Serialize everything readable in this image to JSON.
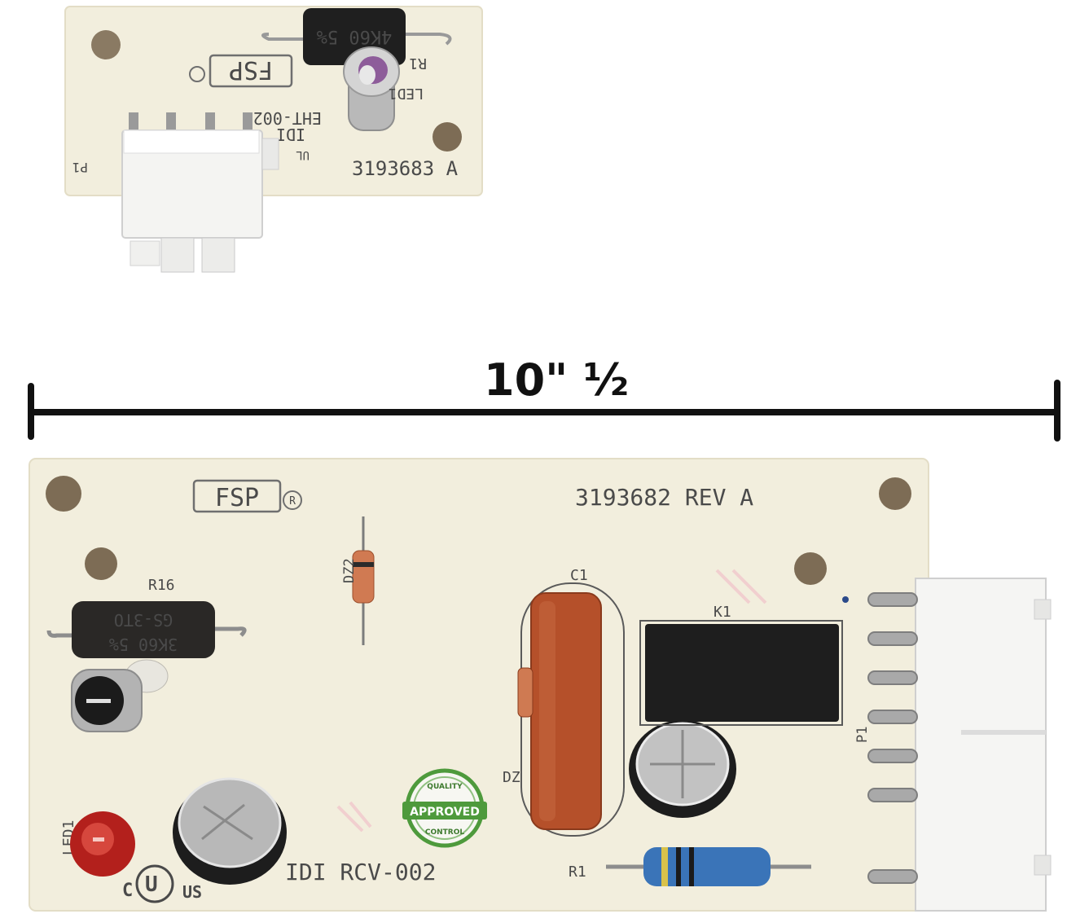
{
  "measurement": {
    "label": "10\" ½"
  },
  "small_board": {
    "part_number": "3193683 A",
    "brand": "FSP",
    "board_id": "EHT-002",
    "maker": "IDI",
    "resistor_label": "R1",
    "led_label": "LED1",
    "connector_label": "P1",
    "resistor_marking": "4K60 5%",
    "ul_mark": "UL"
  },
  "large_board": {
    "part_number": "3193682 REV A",
    "brand": "FSP",
    "board_id": "IDI RCV-002",
    "resistor_r16_label": "R16",
    "resistor_r16_marking_1": "GS-3TO",
    "resistor_r16_marking_2": "3K60 5%",
    "zener_dz2_label": "DZ2",
    "zener_dz_label": "DZ",
    "capacitor_label": "C1",
    "relay_label": "K1",
    "connector_label": "P1",
    "resistor_r1_label": "R1",
    "led_label": "LED1",
    "ul_mark_c": "C",
    "ul_mark_us": "US"
  },
  "quality_badge": {
    "top_text": "QUALITY",
    "main_text": "APPROVED",
    "bottom_text": "CONTROL"
  },
  "colors": {
    "board": "#f2eedd",
    "relay": "#1e1e1e",
    "capacitor_body": "#b5502a",
    "resistor_blue": "#3a74b8",
    "led_red": "#b3201c",
    "badge_green": "#4e9a3c"
  }
}
